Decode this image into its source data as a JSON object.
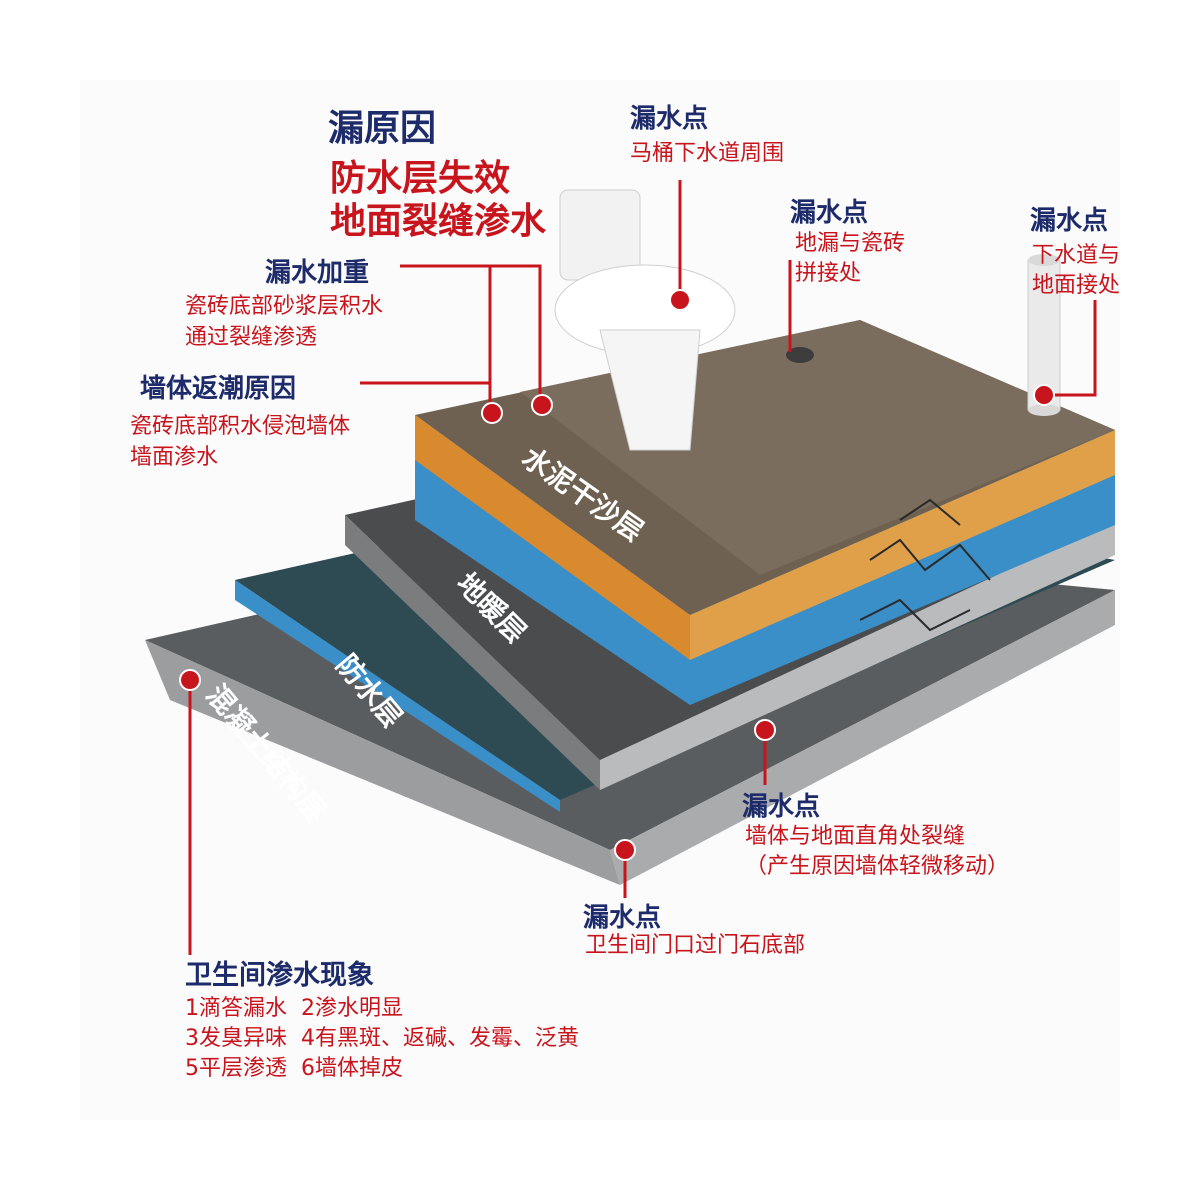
{
  "title": {
    "heading": "漏原因",
    "line1": "防水层失效",
    "line2": "地面裂缝渗水"
  },
  "callouts": {
    "aggravation": {
      "heading": "漏水加重",
      "line1": "瓷砖底部砂浆层积水",
      "line2": "通过裂缝渗透"
    },
    "wall_damp": {
      "heading": "墙体返潮原因",
      "line1": "瓷砖底部积水侵泡墙体",
      "line2": "墙面渗水"
    },
    "toilet_leak": {
      "heading": "漏水点",
      "line1": "马桶下水道周围"
    },
    "drain_leak": {
      "heading": "漏水点",
      "line1": "地漏与瓷砖",
      "line2": "拼接处"
    },
    "pipe_leak": {
      "heading": "漏水点",
      "line1": "下水道与",
      "line2": "地面接处"
    },
    "corner_leak": {
      "heading": "漏水点",
      "line1": "墙体与地面直角处裂缝",
      "line2": "（产生原因墙体轻微移动）"
    },
    "door_leak": {
      "heading": "漏水点",
      "line1": "卫生间门口过门石底部"
    }
  },
  "layers": {
    "cement": "水泥干沙层",
    "heating": "地暖层",
    "waterproof": "防水层",
    "concrete": "混凝土结构层"
  },
  "symptoms": {
    "heading": "卫生间渗水现象",
    "row1": "1滴答漏水  2渗水明显",
    "row2": "3发臭异味  4有黑斑、返碱、发霉、泛黄",
    "row3": "5平层渗透  6墙体掉皮"
  },
  "colors": {
    "navy": "#1d2b6b",
    "red": "#c8141c",
    "tile": "#6e6151",
    "sand": "#d98a2e",
    "water": "#3a8fc9",
    "heating": "#4a4c4e",
    "waterproof": "#2e4a52",
    "concrete": "#5a5d5f"
  }
}
